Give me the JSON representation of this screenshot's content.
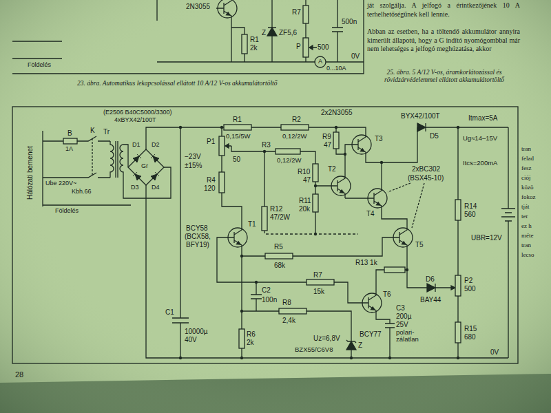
{
  "diagram": {
    "caption": "25. ábra. 5 A/12 V-os, áramkorlátozással és rövidzárvédelemmel ellátott akkumulátortöltő",
    "labels": [
      "ját szolgálja. A jelfogó a érintkezőjének 10 A terhelhetőségűnek kell lennie.",
      "Abban az esetben, ha a töltendő akkumulátor annyira kimerült állapotú, hogy a G indító nyomógombbal már nem lehetséges a jelfogó meghúzatása, akkor",
      "23. ábra. Automatikus lekapcsolással ellátott 10 A/12 V-os akkumulátortöltő",
      "2N3055",
      "Z",
      "ZF5,6",
      "R7",
      "R1",
      "2k",
      "P",
      "500",
      "A",
      "0...10A",
      "0V",
      "500n",
      "Földelés",
      "(E2506 B40C5000/3300)",
      "4xBYX42/100T",
      "Hálózati bemenet",
      "B",
      "1A",
      "K",
      "Tr",
      "Ube 220V~",
      "Kbh.66",
      "Földelés",
      "D1",
      "D2",
      "Gr",
      "D3",
      "D4",
      "−23V",
      "±15%",
      "R1",
      "0,15/5W",
      "R2",
      "0,12/2W",
      "2x2N3055",
      "BYX42/100T",
      "D5",
      "Itmax=5A",
      "Ug≈14–15V",
      "R9",
      "47",
      "T3",
      "P1",
      "50",
      "R3",
      "0,12/2W",
      "R10",
      "47",
      "T2",
      "2xBC302",
      "(BSX45-10)",
      "Itcs=200mA",
      "R4",
      "120",
      "R11",
      "20k",
      "T4",
      "R14",
      "560",
      "UBR=12V",
      "R12",
      "47/2W",
      "BCY58",
      "(BCX58,",
      "BFY19)",
      "T1",
      "R5",
      "68k",
      "R13 1k",
      "T5",
      "R7",
      "15k",
      "C2",
      "100n",
      "T6",
      "D6",
      "BAY44",
      "P2",
      "500",
      "R8",
      "2,4k",
      "C1",
      "10000µ",
      "40V",
      "R6",
      "2k",
      "Uz=6,8V",
      "Z",
      "BZX55/C6V8",
      "BCY77",
      "C3",
      "200µ",
      "25V",
      "polari- zálatlan",
      "R15",
      "680",
      "0V",
      "28",
      "tran",
      "felad",
      "fesz",
      "ciój",
      "közö",
      "fokoz",
      "tját",
      "ter",
      "ez h",
      "méte",
      "tran",
      "lecso"
    ]
  }
}
